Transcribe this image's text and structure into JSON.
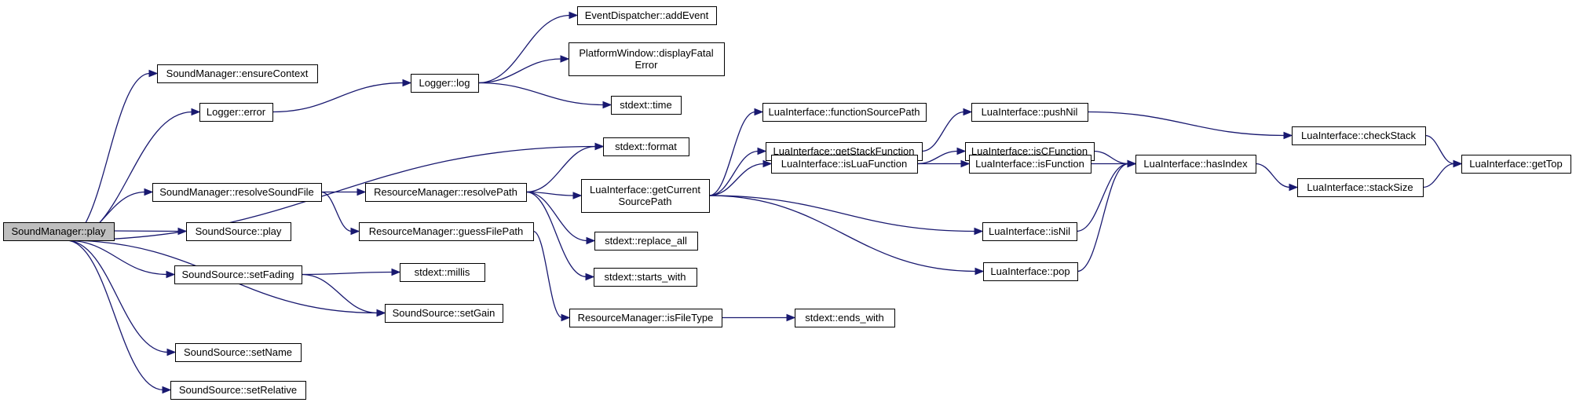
{
  "diagram": {
    "type": "call-graph",
    "colors": {
      "edge": "#191970",
      "node_border": "#000000",
      "root_fill": "#bfbfbf",
      "node_fill": "#ffffff",
      "background": "#ffffff"
    },
    "nodes": [
      {
        "id": "SoundManager_play",
        "lines": [
          "SoundManager::play"
        ]
      },
      {
        "id": "SM_ensureContext",
        "lines": [
          "SoundManager::ensureContext"
        ]
      },
      {
        "id": "Logger_error",
        "lines": [
          "Logger::error"
        ]
      },
      {
        "id": "SM_resolveSoundFile",
        "lines": [
          "SoundManager::resolveSoundFile"
        ]
      },
      {
        "id": "SS_play",
        "lines": [
          "SoundSource::play"
        ]
      },
      {
        "id": "SS_setFading",
        "lines": [
          "SoundSource::setFading"
        ]
      },
      {
        "id": "SS_setName",
        "lines": [
          "SoundSource::setName"
        ]
      },
      {
        "id": "SS_setRelative",
        "lines": [
          "SoundSource::setRelative"
        ]
      },
      {
        "id": "Logger_log",
        "lines": [
          "Logger::log"
        ]
      },
      {
        "id": "RM_resolvePath",
        "lines": [
          "ResourceManager::resolvePath"
        ]
      },
      {
        "id": "RM_guessFilePath",
        "lines": [
          "ResourceManager::guessFilePath"
        ]
      },
      {
        "id": "stdext_millis",
        "lines": [
          "stdext::millis"
        ]
      },
      {
        "id": "SS_setGain",
        "lines": [
          "SoundSource::setGain"
        ]
      },
      {
        "id": "ED_addEvent",
        "lines": [
          "EventDispatcher::addEvent"
        ]
      },
      {
        "id": "PW_displayFatalError",
        "lines": [
          "PlatformWindow::displayFatal",
          "Error"
        ]
      },
      {
        "id": "stdext_time",
        "lines": [
          "stdext::time"
        ]
      },
      {
        "id": "stdext_format",
        "lines": [
          "stdext::format"
        ]
      },
      {
        "id": "LI_getCurrentSourcePath",
        "lines": [
          "LuaInterface::getCurrent",
          "SourcePath"
        ]
      },
      {
        "id": "stdext_replace_all",
        "lines": [
          "stdext::replace_all"
        ]
      },
      {
        "id": "stdext_starts_with",
        "lines": [
          "stdext::starts_with"
        ]
      },
      {
        "id": "RM_isFileType",
        "lines": [
          "ResourceManager::isFileType"
        ]
      },
      {
        "id": "stdext_ends_with",
        "lines": [
          "stdext::ends_with"
        ]
      },
      {
        "id": "LI_functionSourcePath",
        "lines": [
          "LuaInterface::functionSourcePath"
        ]
      },
      {
        "id": "LI_getStackFunction",
        "lines": [
          "LuaInterface::getStackFunction"
        ]
      },
      {
        "id": "LI_isLuaFunction",
        "lines": [
          "LuaInterface::isLuaFunction"
        ]
      },
      {
        "id": "LI_pushNil",
        "lines": [
          "LuaInterface::pushNil"
        ]
      },
      {
        "id": "LI_isCFunction",
        "lines": [
          "LuaInterface::isCFunction"
        ]
      },
      {
        "id": "LI_isFunction",
        "lines": [
          "LuaInterface::isFunction"
        ]
      },
      {
        "id": "LI_isNil",
        "lines": [
          "LuaInterface::isNil"
        ]
      },
      {
        "id": "LI_pop",
        "lines": [
          "LuaInterface::pop"
        ]
      },
      {
        "id": "LI_hasIndex",
        "lines": [
          "LuaInterface::hasIndex"
        ]
      },
      {
        "id": "LI_checkStack",
        "lines": [
          "LuaInterface::checkStack"
        ]
      },
      {
        "id": "LI_stackSize",
        "lines": [
          "LuaInterface::stackSize"
        ]
      },
      {
        "id": "LI_getTop",
        "lines": [
          "LuaInterface::getTop"
        ]
      }
    ],
    "edges": [
      [
        "SoundManager_play",
        "SM_ensureContext"
      ],
      [
        "SoundManager_play",
        "Logger_error"
      ],
      [
        "SoundManager_play",
        "stdext_format"
      ],
      [
        "SoundManager_play",
        "SM_resolveSoundFile"
      ],
      [
        "SoundManager_play",
        "SS_play"
      ],
      [
        "SoundManager_play",
        "SS_setFading"
      ],
      [
        "SoundManager_play",
        "SS_setGain"
      ],
      [
        "SoundManager_play",
        "SS_setName"
      ],
      [
        "SoundManager_play",
        "SS_setRelative"
      ],
      [
        "Logger_error",
        "Logger_log"
      ],
      [
        "Logger_log",
        "ED_addEvent"
      ],
      [
        "Logger_log",
        "PW_displayFatalError"
      ],
      [
        "Logger_log",
        "stdext_time"
      ],
      [
        "SM_resolveSoundFile",
        "RM_resolvePath"
      ],
      [
        "SM_resolveSoundFile",
        "RM_guessFilePath"
      ],
      [
        "RM_resolvePath",
        "stdext_format"
      ],
      [
        "RM_resolvePath",
        "LI_getCurrentSourcePath"
      ],
      [
        "RM_resolvePath",
        "stdext_replace_all"
      ],
      [
        "RM_resolvePath",
        "stdext_starts_with"
      ],
      [
        "RM_guessFilePath",
        "RM_isFileType"
      ],
      [
        "RM_isFileType",
        "stdext_ends_with"
      ],
      [
        "SS_setFading",
        "stdext_millis"
      ],
      [
        "SS_setFading",
        "SS_setGain"
      ],
      [
        "LI_getCurrentSourcePath",
        "LI_functionSourcePath"
      ],
      [
        "LI_getCurrentSourcePath",
        "LI_getStackFunction"
      ],
      [
        "LI_getCurrentSourcePath",
        "LI_isLuaFunction"
      ],
      [
        "LI_getCurrentSourcePath",
        "LI_isNil"
      ],
      [
        "LI_getCurrentSourcePath",
        "LI_pop"
      ],
      [
        "LI_getStackFunction",
        "LI_pushNil"
      ],
      [
        "LI_isLuaFunction",
        "LI_isCFunction"
      ],
      [
        "LI_isLuaFunction",
        "LI_isFunction"
      ],
      [
        "LI_pushNil",
        "LI_checkStack"
      ],
      [
        "LI_isCFunction",
        "LI_hasIndex"
      ],
      [
        "LI_isFunction",
        "LI_hasIndex"
      ],
      [
        "LI_isNil",
        "LI_hasIndex"
      ],
      [
        "LI_pop",
        "LI_hasIndex"
      ],
      [
        "LI_hasIndex",
        "LI_stackSize"
      ],
      [
        "LI_checkStack",
        "LI_getTop"
      ],
      [
        "LI_stackSize",
        "LI_getTop"
      ]
    ]
  }
}
